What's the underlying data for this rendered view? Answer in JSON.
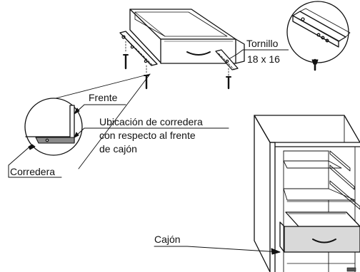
{
  "labels": {
    "tornillo": "Tornillo",
    "tornillo_size": "18 x 16",
    "frente": "Frente",
    "ubicacion_line1": "Ubicación de corredera",
    "ubicacion_line2": "con respecto al frente",
    "ubicacion_line3": "de cajón",
    "corredera": "Corredera",
    "cajon": "Cajón"
  },
  "colors": {
    "line": "#111111",
    "drawer_front_fill": "#d9d9d9",
    "rail_fill": "#8a8a8a",
    "background": "#ffffff"
  }
}
